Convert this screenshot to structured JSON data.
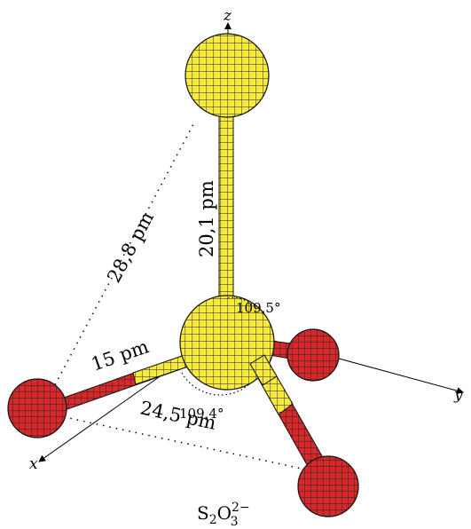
{
  "axes": {
    "x": "x",
    "y": "y",
    "z": "z"
  },
  "labels": {
    "s_s_bond": "20,1 pm",
    "s_o_bond": "15 pm",
    "s_o_distance": "28,8 pm",
    "o_o_distance": "24,5 pm",
    "angle_top": "109,5°",
    "angle_bottom": "109,4°"
  },
  "formula": {
    "base_s": "S",
    "sub_s": "2",
    "base_o": "O",
    "sub_o": "3",
    "charge": "2−"
  },
  "colors": {
    "sulfur": "#f7ea3c",
    "oxygen": "#d7282b",
    "mesh": "#1a1a1a",
    "line": "#000000"
  }
}
